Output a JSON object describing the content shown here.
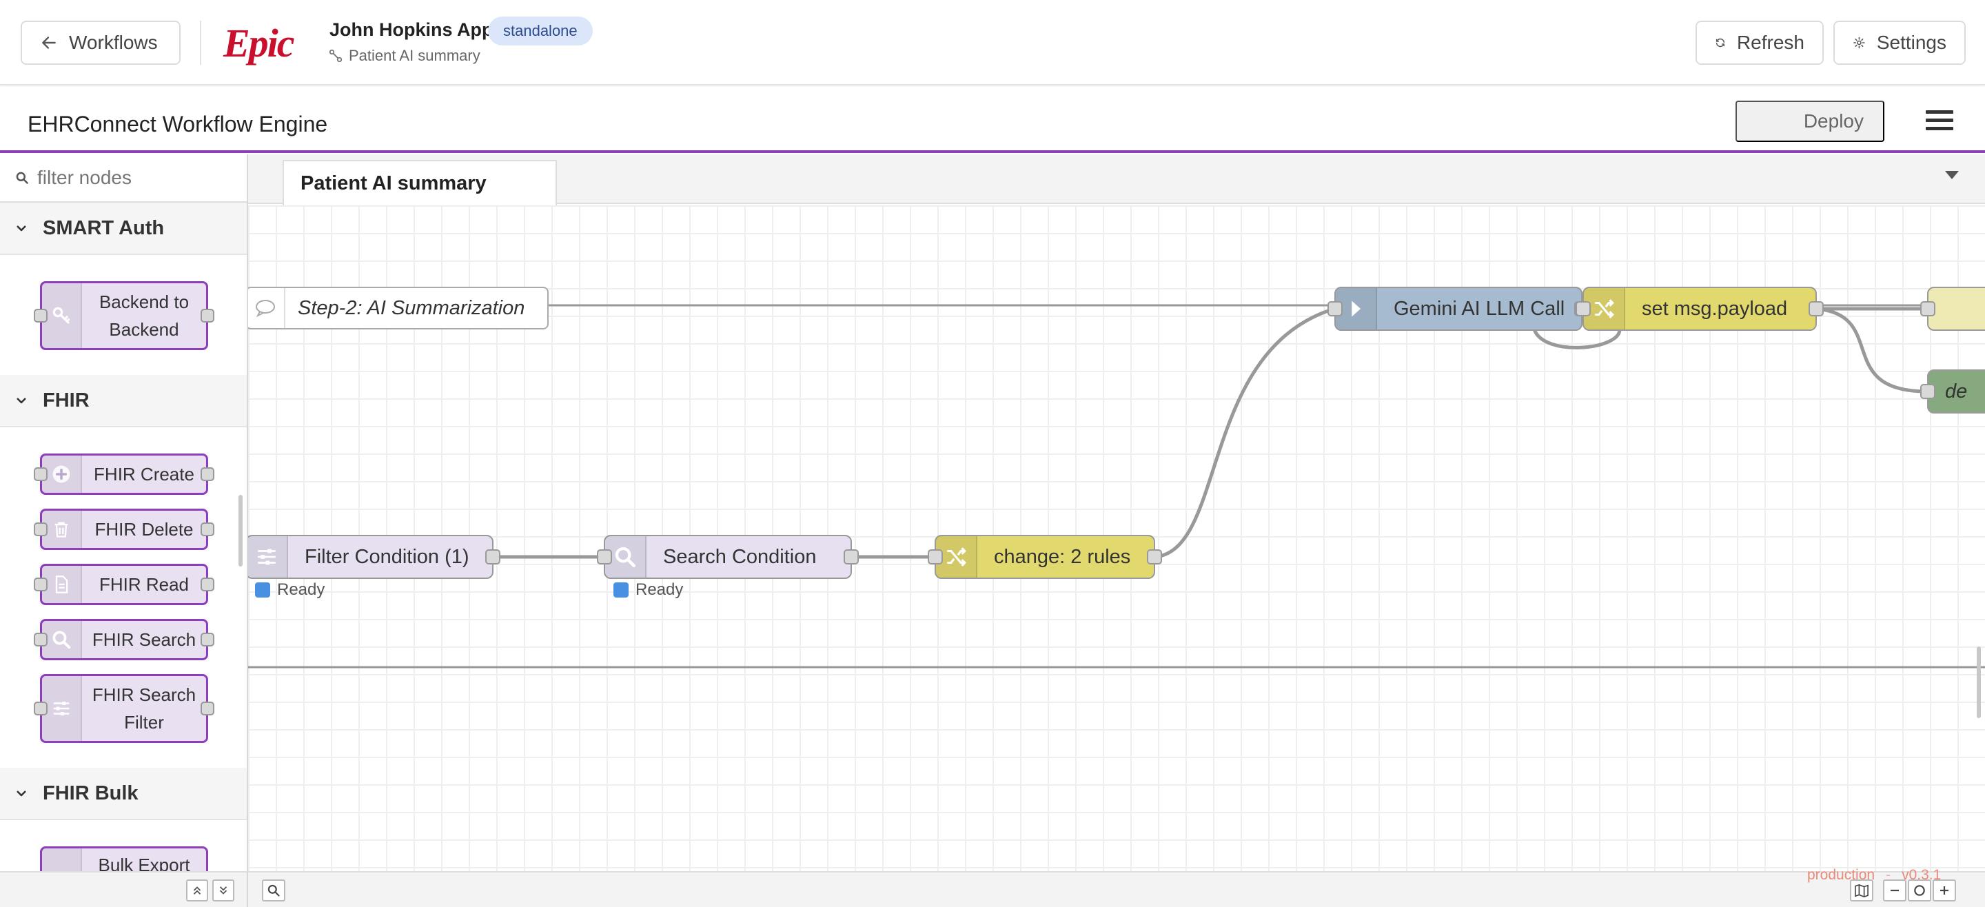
{
  "header": {
    "back_label": "Workflows",
    "logo_text": "Epic",
    "app_name": "John Hopkins App",
    "badge": "standalone",
    "flow_name": "Patient AI summary",
    "refresh_label": "Refresh",
    "settings_label": "Settings"
  },
  "editor": {
    "title": "EHRConnect Workflow Engine",
    "deploy_label": "Deploy"
  },
  "palette": {
    "search_placeholder": "filter nodes",
    "categories": [
      {
        "name": "SMART Auth",
        "nodes": [
          {
            "label": "Backend to Backend",
            "icon": "key-icon"
          }
        ]
      },
      {
        "name": "FHIR",
        "nodes": [
          {
            "label": "FHIR Create",
            "icon": "plus-circle-icon"
          },
          {
            "label": "FHIR Delete",
            "icon": "trash-icon"
          },
          {
            "label": "FHIR Read",
            "icon": "document-icon"
          },
          {
            "label": "FHIR Search",
            "icon": "magnifier-icon"
          },
          {
            "label": "FHIR Search Filter",
            "icon": "sliders-icon"
          }
        ]
      },
      {
        "name": "FHIR Bulk",
        "nodes": [
          {
            "label": "Bulk Export",
            "icon": "export-icon"
          }
        ]
      }
    ]
  },
  "workspace": {
    "tab_label": "Patient AI summary",
    "comment": "Step-2: AI Summarization",
    "nodes": [
      {
        "label": "Filter Condition (1)",
        "status": "Ready",
        "color": "#e6e0f0"
      },
      {
        "label": "Search Condition",
        "status": "Ready",
        "color": "#e6e0f0"
      },
      {
        "label": "change: 2 rules",
        "color": "#e2d96e"
      },
      {
        "label": "Gemini AI LLM Call",
        "color": "#a6bbcf"
      },
      {
        "label": "set msg.payload",
        "color": "#e2d96e"
      },
      {
        "label": "de",
        "color": "#87a980"
      }
    ],
    "env": "production",
    "version": "v0.3.1"
  },
  "colors": {
    "accent": "#8c3fb8",
    "epic_red": "#c8102e",
    "badge_bg": "#dbe6fb",
    "status_ready": "#4a90e2"
  }
}
